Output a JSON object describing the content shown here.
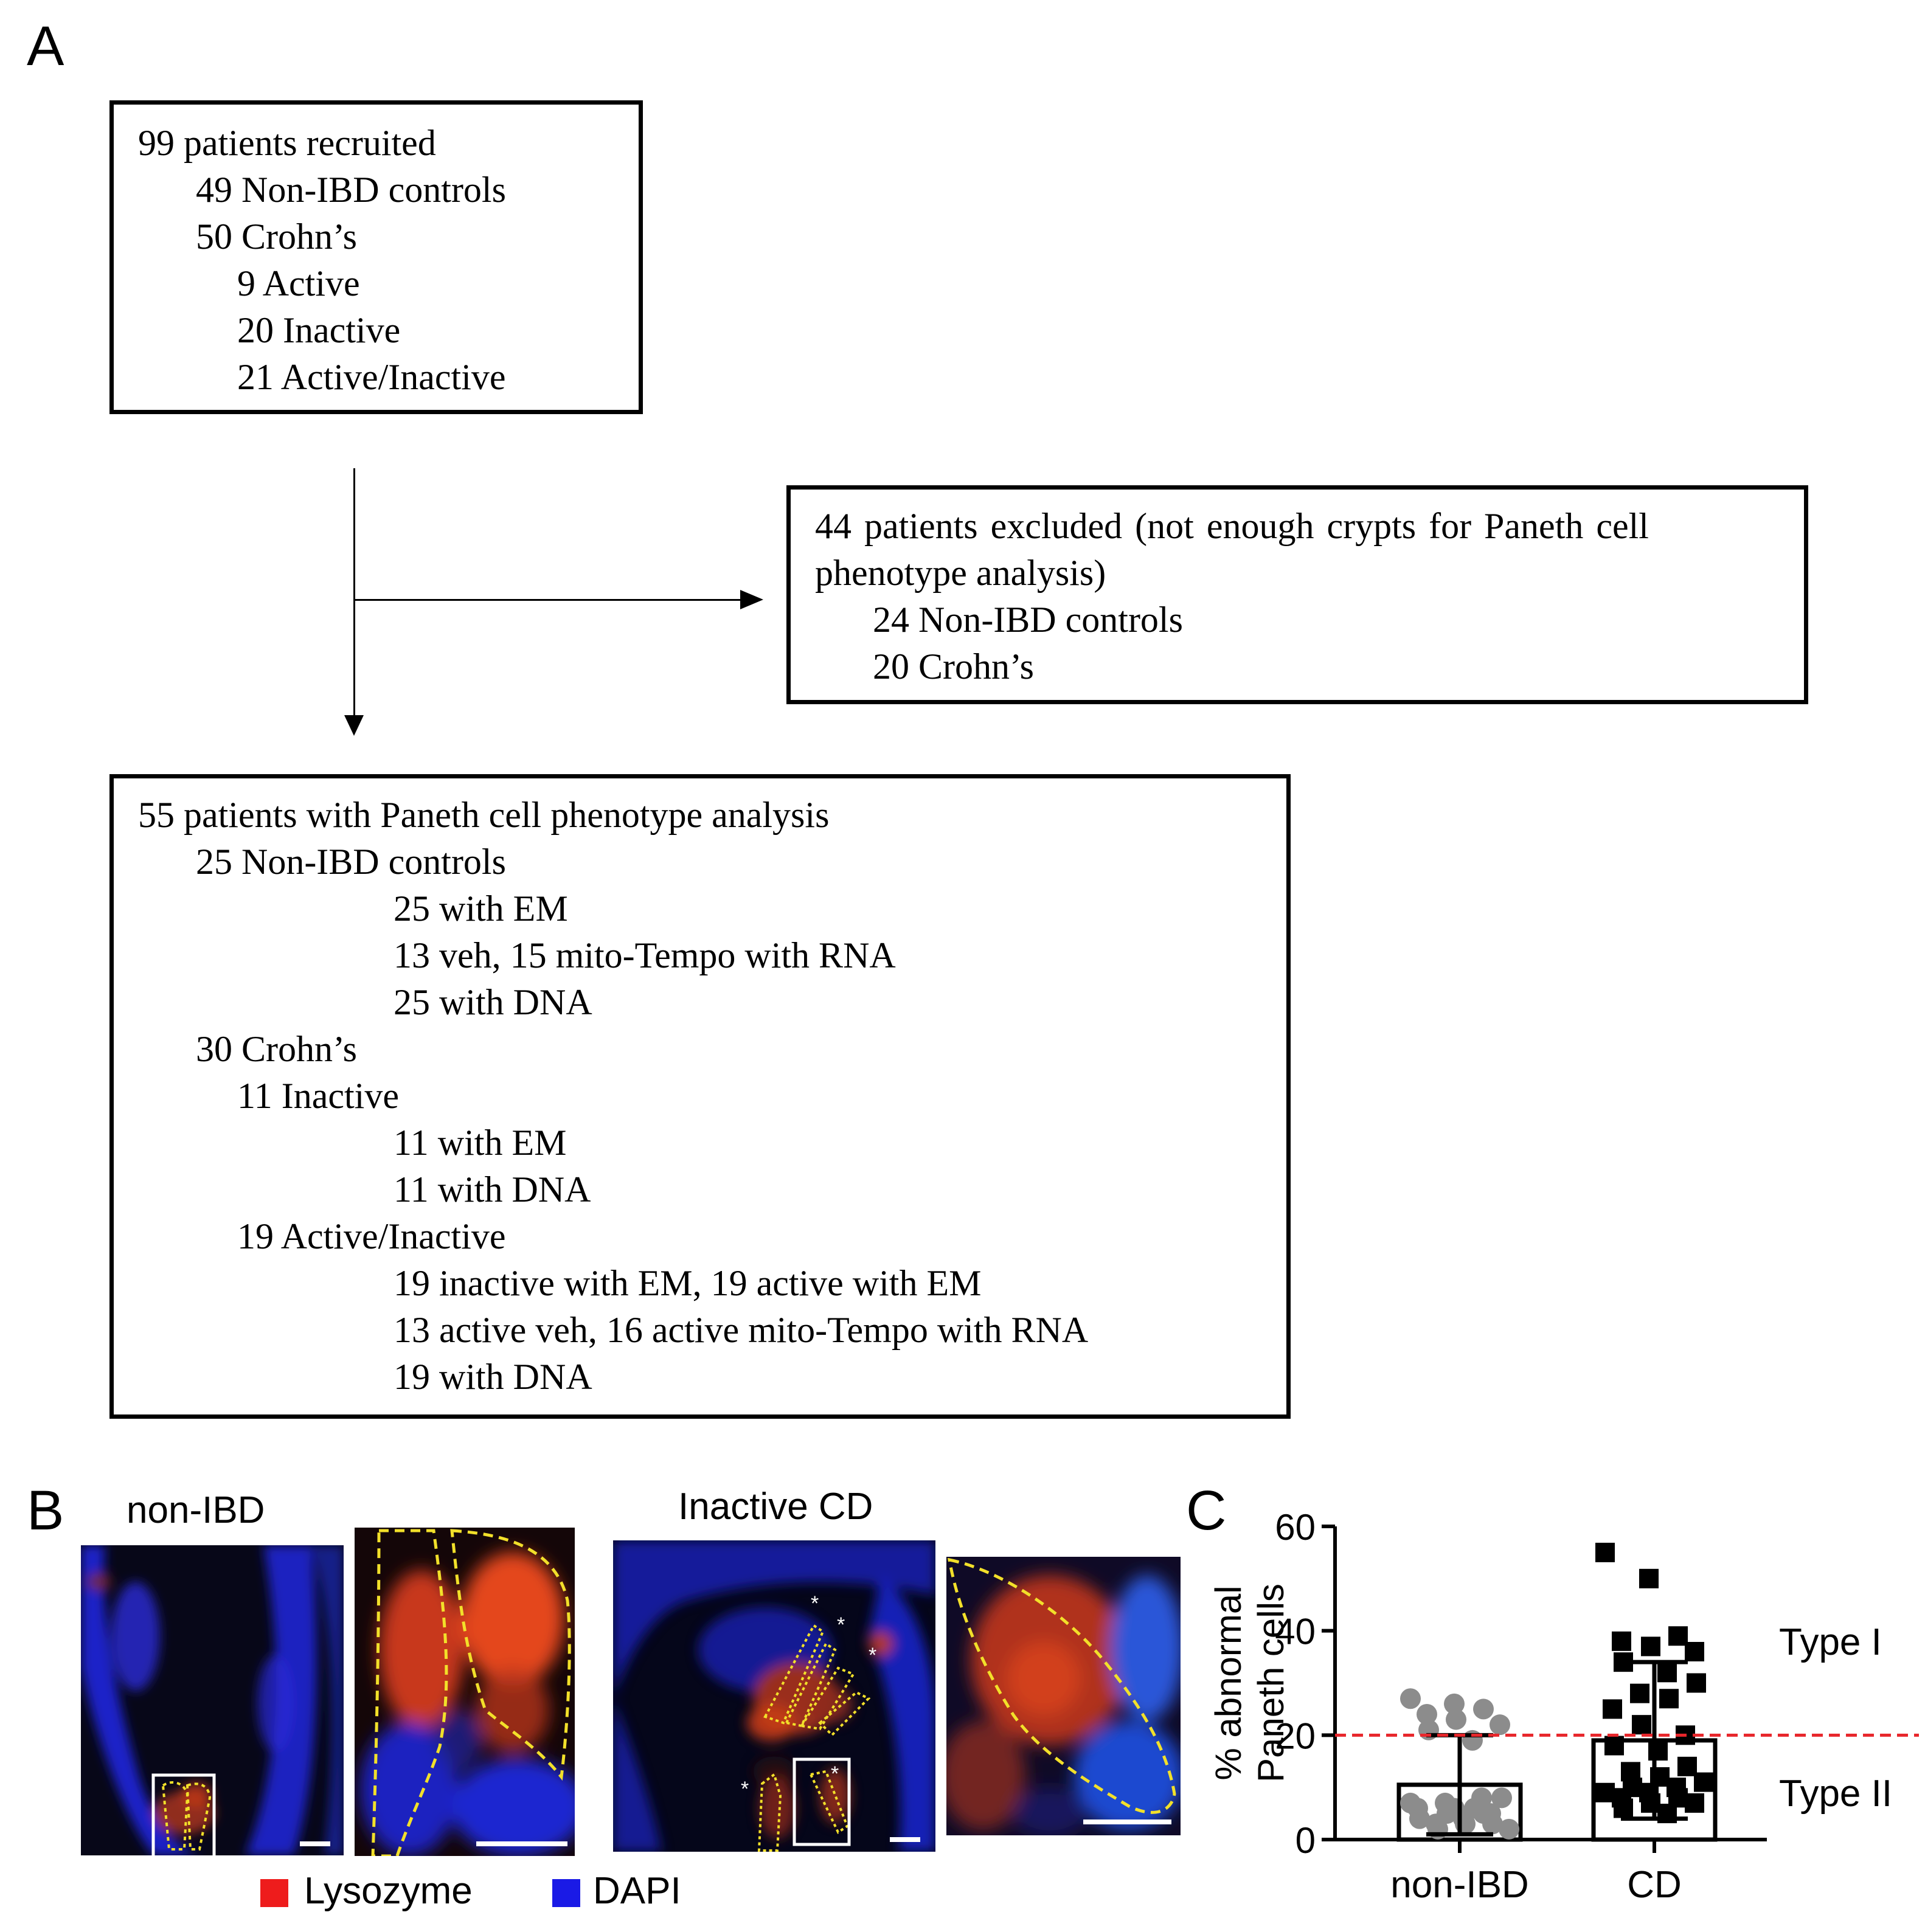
{
  "panel_a": {
    "letter": "A",
    "recruited_box": {
      "lines": [
        "99 patients recruited",
        "49 Non-IBD controls",
        "50 Crohn’s",
        "9 Active",
        "20 Inactive",
        "21 Active/Inactive"
      ]
    },
    "excluded_box": {
      "lines": [
        "44 patients excluded (not enough crypts for Paneth cell",
        "phenotype analysis)",
        "24 Non-IBD controls",
        "20 Crohn’s"
      ]
    },
    "analysis_box": {
      "lines": [
        "55 patients with Paneth cell phenotype analysis",
        "25 Non-IBD controls",
        "25 with EM",
        "13 veh, 15 mito-Tempo with RNA",
        "25 with DNA",
        "30 Crohn’s",
        "11 Inactive",
        "11 with EM",
        "11 with DNA",
        "19 Active/Inactive",
        "19 inactive with EM, 19 active with EM",
        "13 active veh, 16 active mito-Tempo with RNA",
        "19 with DNA"
      ]
    }
  },
  "panel_b": {
    "letter": "B",
    "group1_label": "non-IBD",
    "group2_label": "Inactive CD",
    "legend": [
      {
        "label": "Lysozyme",
        "color": "#ee1c1c"
      },
      {
        "label": "DAPI",
        "color": "#1a1ae6"
      }
    ],
    "annotation_mark": "*"
  },
  "panel_c": {
    "letter": "C",
    "threshold_labels": {
      "upper": "Type I",
      "lower": "Type II"
    }
  },
  "chart_data": {
    "type": "bar",
    "categories": [
      "non-IBD",
      "CD"
    ],
    "ylabel_line1": "% abnormal",
    "ylabel_line2": "Paneth cells",
    "ylim": [
      0,
      60
    ],
    "yticks": [
      0,
      20,
      40,
      60
    ],
    "means": [
      10.5,
      19
    ],
    "sd": [
      9.5,
      15
    ],
    "threshold": 20,
    "threshold_color": "#e8262b",
    "series": [
      {
        "category": "non-IBD",
        "marker": "circle",
        "color": "#8c8c8c",
        "points": [
          27,
          26,
          25,
          24,
          23,
          22,
          21,
          19,
          8,
          7,
          6,
          6,
          5,
          5,
          4,
          4,
          3,
          3,
          3,
          2,
          2,
          8,
          7,
          6,
          5
        ]
      },
      {
        "category": "CD",
        "marker": "square",
        "color": "#000000",
        "points": [
          55,
          50,
          39,
          38,
          37,
          36,
          34,
          32,
          30,
          28,
          27,
          25,
          22,
          20,
          18,
          17,
          14,
          13,
          12,
          11,
          10,
          10,
          9,
          9,
          8,
          8,
          7,
          7,
          6,
          5
        ]
      }
    ]
  }
}
